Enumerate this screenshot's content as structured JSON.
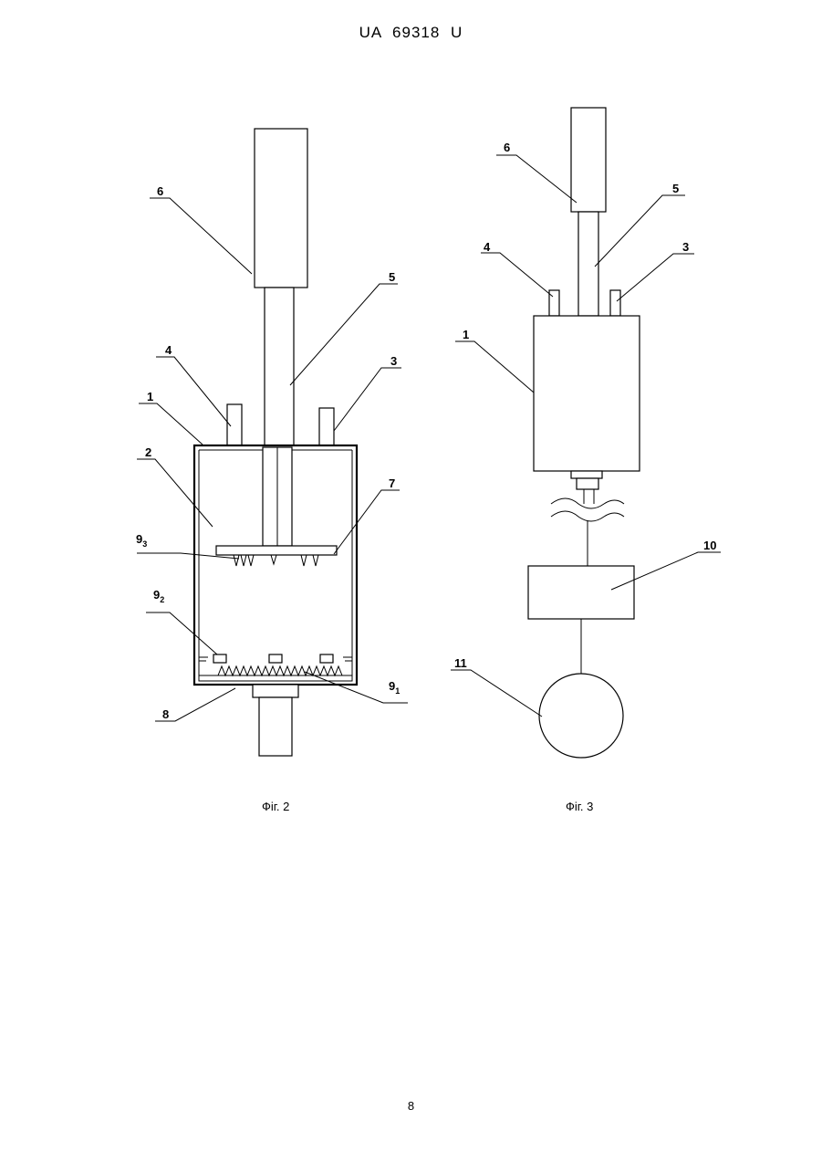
{
  "header": {
    "document_id": "UA 69318 U"
  },
  "figures": {
    "left": {
      "caption": "Фіг. 2",
      "labels": {
        "l6": "6",
        "l5": "5",
        "l4": "4",
        "l3": "3",
        "l1": "1",
        "l2": "2",
        "l7": "7",
        "l9_3_base": "9",
        "l9_3_sub": "3",
        "l9_2_base": "9",
        "l9_2_sub": "2",
        "l9_1_base": "9",
        "l9_1_sub": "1",
        "l8": "8"
      }
    },
    "right": {
      "caption": "Фіг. 3",
      "labels": {
        "l6": "6",
        "l5": "5",
        "l4": "4",
        "l3": "3",
        "l1": "1",
        "l10": "10",
        "l11": "11"
      }
    }
  },
  "footer": {
    "page_number": "8"
  }
}
